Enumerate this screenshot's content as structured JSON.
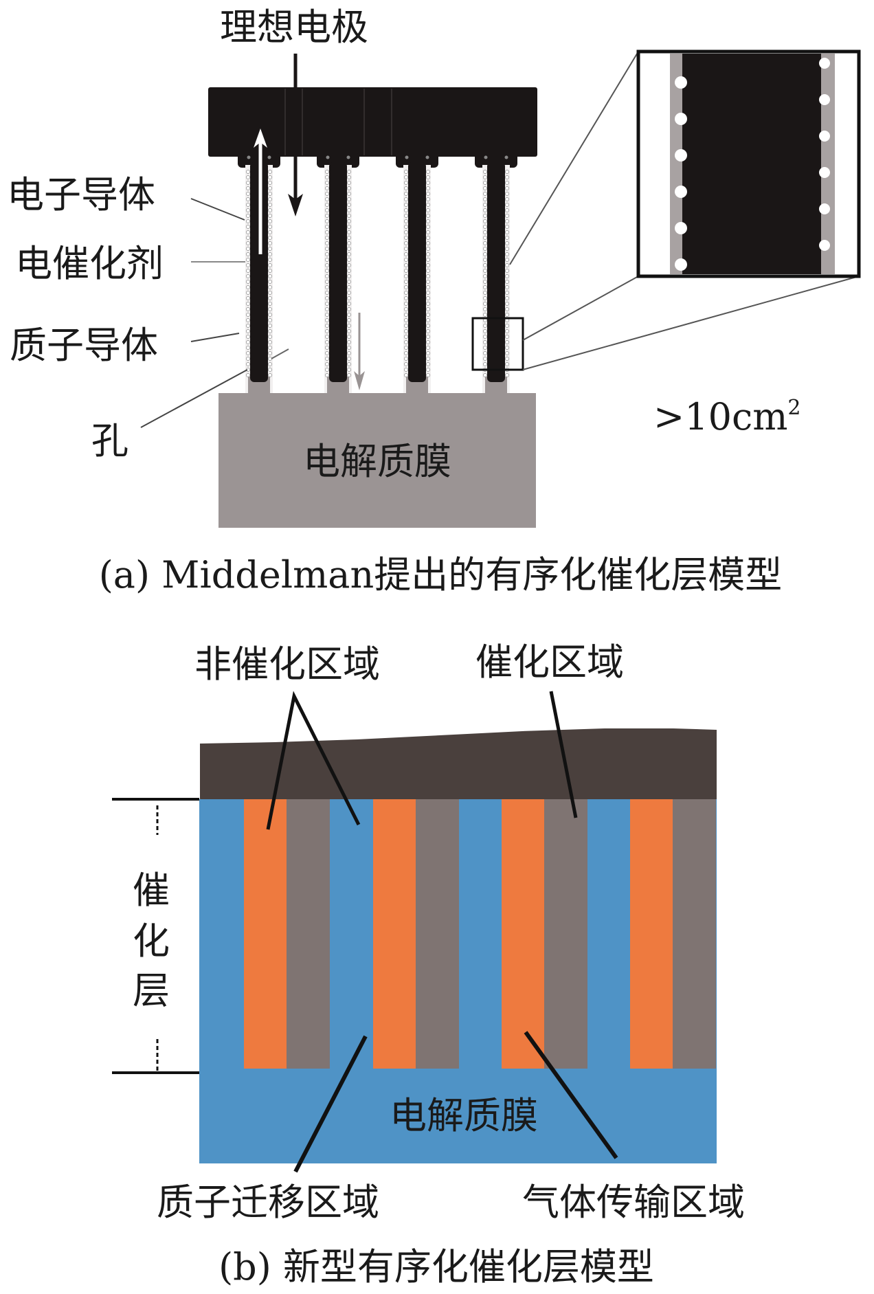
{
  "figure_a": {
    "title_label": "理想电极",
    "labels": {
      "electron_conductor": "电子导体",
      "electrocatalyst": "电催化剂",
      "proton_conductor": "质子导体",
      "pore": "孔",
      "membrane": "电解质膜",
      "area": ">10cm",
      "area_sup": "2"
    },
    "pillar_count": 4,
    "caption": "(a) Middelman提出的有序化催化层模型",
    "colors": {
      "electrode": "#1a1616",
      "membrane": "#9b9494",
      "catalyst_band": "#a8a2a2"
    }
  },
  "figure_b": {
    "labels": {
      "non_catalytic_region": "非催化区域",
      "catalytic_region": "催化区域",
      "catalyst_layer": [
        "催",
        "化",
        "层"
      ],
      "membrane": "电解质膜",
      "proton_transport_region": "质子迁移区域",
      "gas_transport_region": "气体传输区域"
    },
    "stripe_units": 4,
    "caption": "(b) 新型有序化催化层模型",
    "colors": {
      "top_layer": "#4a403d",
      "proton_region": "#4f93c6",
      "catalyst": "#ee7a3f",
      "gas_region": "#7f7472"
    }
  }
}
